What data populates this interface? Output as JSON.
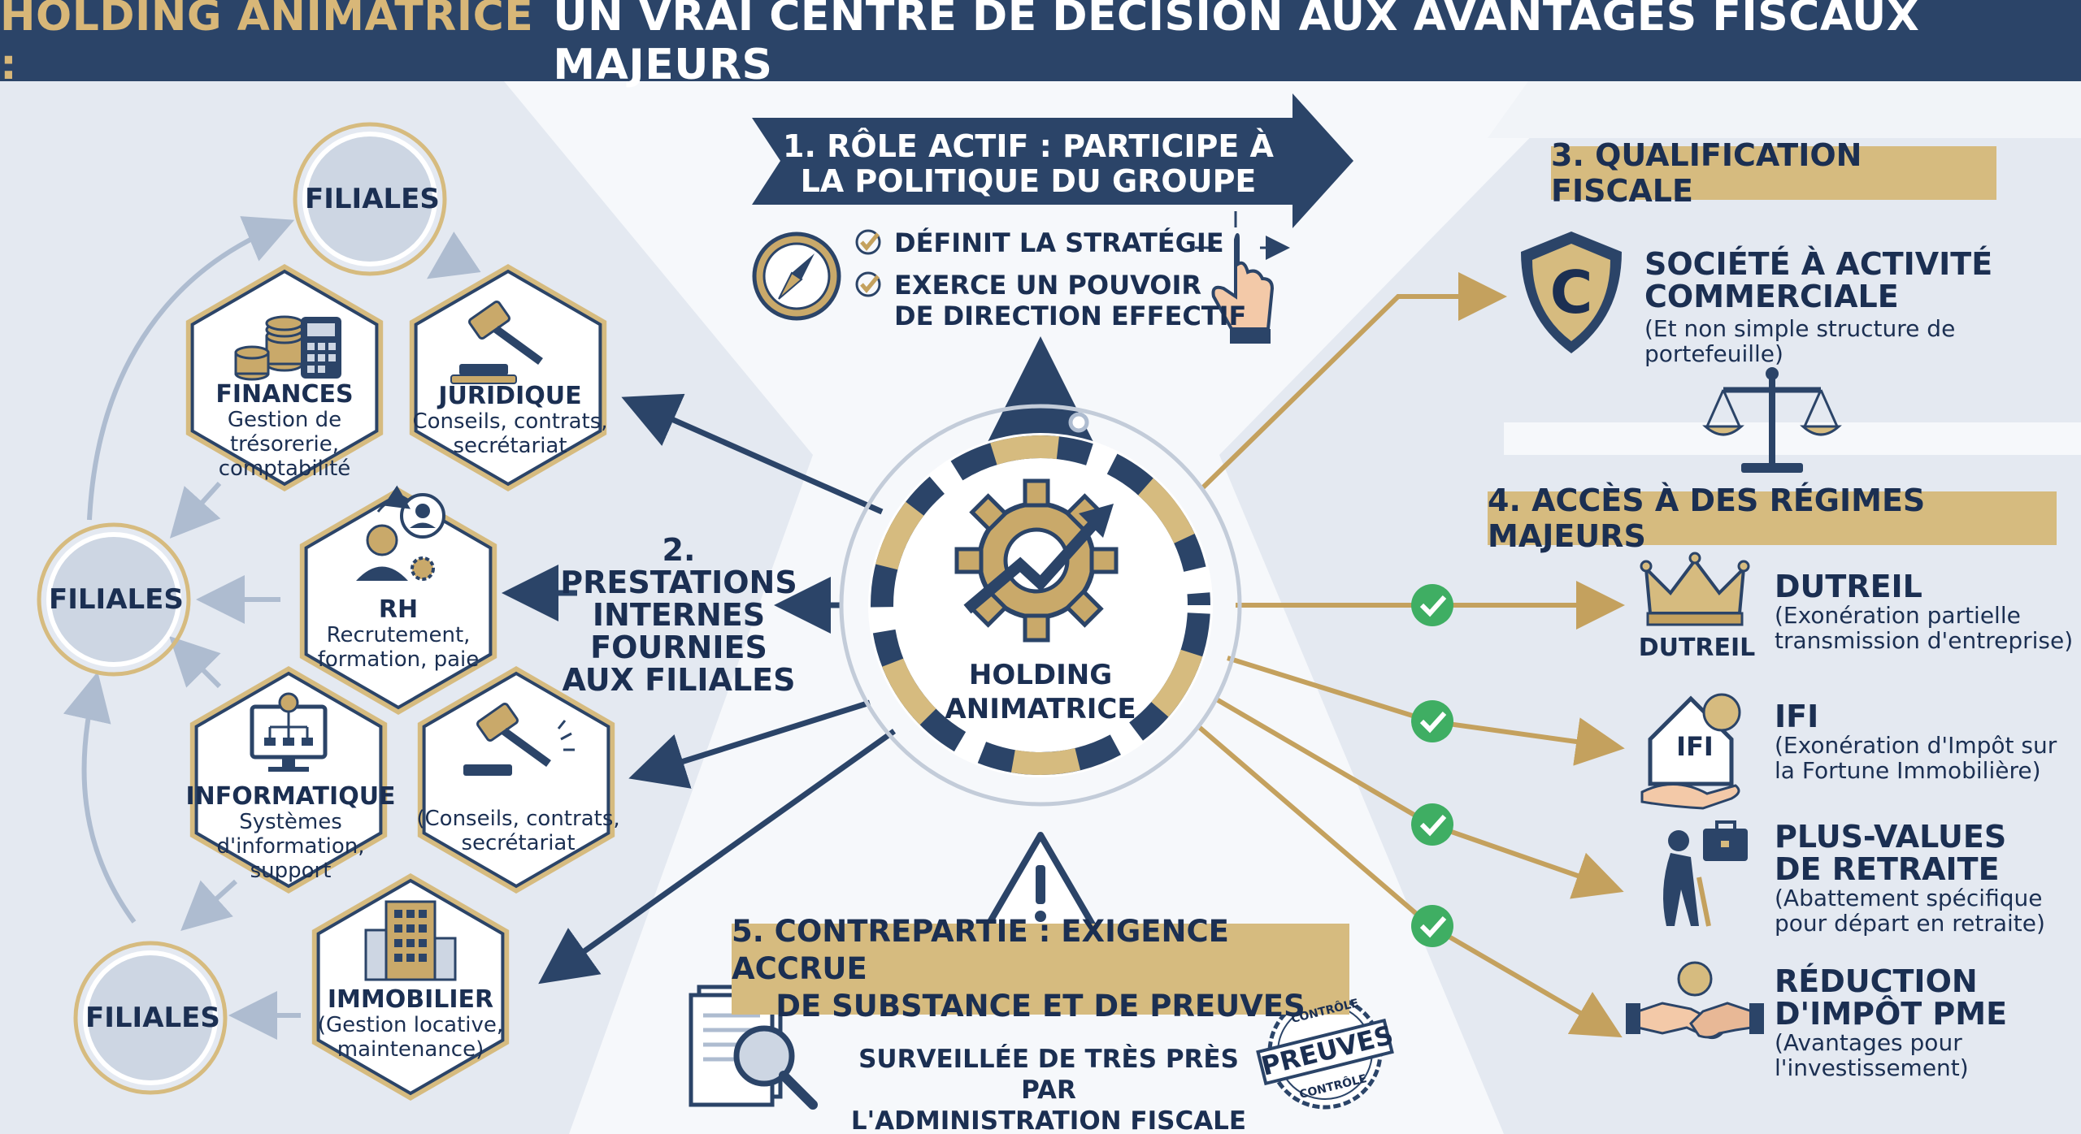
{
  "header": {
    "title_gold": "HOLDING ANIMATRICE :",
    "title_white": "UN VRAI CENTRE DE DÉCISION AUX AVANTAGES FISCAUX MAJEURS"
  },
  "center": {
    "line1": "HOLDING",
    "line2": "ANIMATRICE"
  },
  "filiales": [
    "FILIALES",
    "FILIALES",
    "FILIALES"
  ],
  "hexes": [
    {
      "title": "FINANCES",
      "desc": [
        "Gestion de",
        "trésorerie,",
        "comptabilité"
      ],
      "icon": "coins-calculator-icon"
    },
    {
      "title": "JURIDIQUE",
      "desc": [
        "Conseils, contrats,",
        "secrétariat"
      ],
      "icon": "gavel-icon"
    },
    {
      "title": "RH",
      "desc": [
        "Recrutement,",
        "formation, paie"
      ],
      "icon": "people-gear-icon"
    },
    {
      "title": "INFORMATIQUE",
      "desc": [
        "Systèmes",
        "d'information,",
        "support"
      ],
      "icon": "computer-network-icon"
    },
    {
      "title": "",
      "desc": [
        "(Conseils, contrats,",
        "secrétariat"
      ],
      "icon": "gavel-icon"
    },
    {
      "title": "IMMOBILIER",
      "desc": [
        "(Gestion locative,",
        "maintenance)"
      ],
      "icon": "building-icon"
    }
  ],
  "prestations": [
    "2. PRESTATIONS",
    "INTERNES",
    "FOURNIES",
    "AUX FILIALES"
  ],
  "role": {
    "title": [
      "1. RÔLE ACTIF : PARTICIPE À",
      "LA POLITIQUE DU GROUPE"
    ],
    "items": [
      [
        "DÉFINIT LA STRATÉGIE"
      ],
      [
        "EXERCE UN POUVOIR",
        "DE DIRECTION EFFECTIF"
      ]
    ],
    "icons": [
      "compass-icon",
      "pointing-hand-icon"
    ]
  },
  "qualification": {
    "title": "3. QUALIFICATION FISCALE",
    "line1": "SOCIÉTÉ À ACTIVITÉ",
    "line2": "COMMERCIALE",
    "note": "(Et non simple structure de portefeuille)",
    "shield_letter": "C"
  },
  "acces": {
    "title": "4. ACCÈS À DES RÉGIMES MAJEURS"
  },
  "regimes": [
    {
      "title": [
        "DUTREIL"
      ],
      "desc": [
        "(Exonération partielle",
        "transmission d'entreprise)"
      ],
      "icon_label": "DUTREIL",
      "icon": "crown-icon"
    },
    {
      "title": [
        "IFI"
      ],
      "desc": [
        "(Exonération d'Impôt sur",
        "la Fortune Immobilière)"
      ],
      "icon_label": "IFI",
      "icon": "house-hand-icon"
    },
    {
      "title": [
        "PLUS-VALUES",
        "DE RETRAITE"
      ],
      "desc": [
        "(Abattement spécifique",
        "pour départ en retraite)"
      ],
      "icon": "retiree-briefcase-icon"
    },
    {
      "title": [
        "RÉDUCTION",
        "D'IMPÔT PME"
      ],
      "desc": [
        "(Avantages pour",
        "l'investissement)"
      ],
      "icon": "handshake-icon"
    }
  ],
  "contrepartie": {
    "title": [
      "5. CONTREPARTIE : EXIGENCE ACCRUE",
      "DE SUBSTANCE ET DE PREUVES"
    ],
    "sub": [
      "SURVEILLÉE DE TRÈS PRÈS PAR",
      "L'ADMINISTRATION FISCALE"
    ],
    "stamp_main": "PREUVES",
    "stamp_ring": "CONTRÔLE"
  },
  "colors": {
    "navy": "#2b4468",
    "gold": "#d6bb7f",
    "gold_dark": "#c4a15e",
    "green": "#3fae63",
    "light": "#eef1f6"
  }
}
